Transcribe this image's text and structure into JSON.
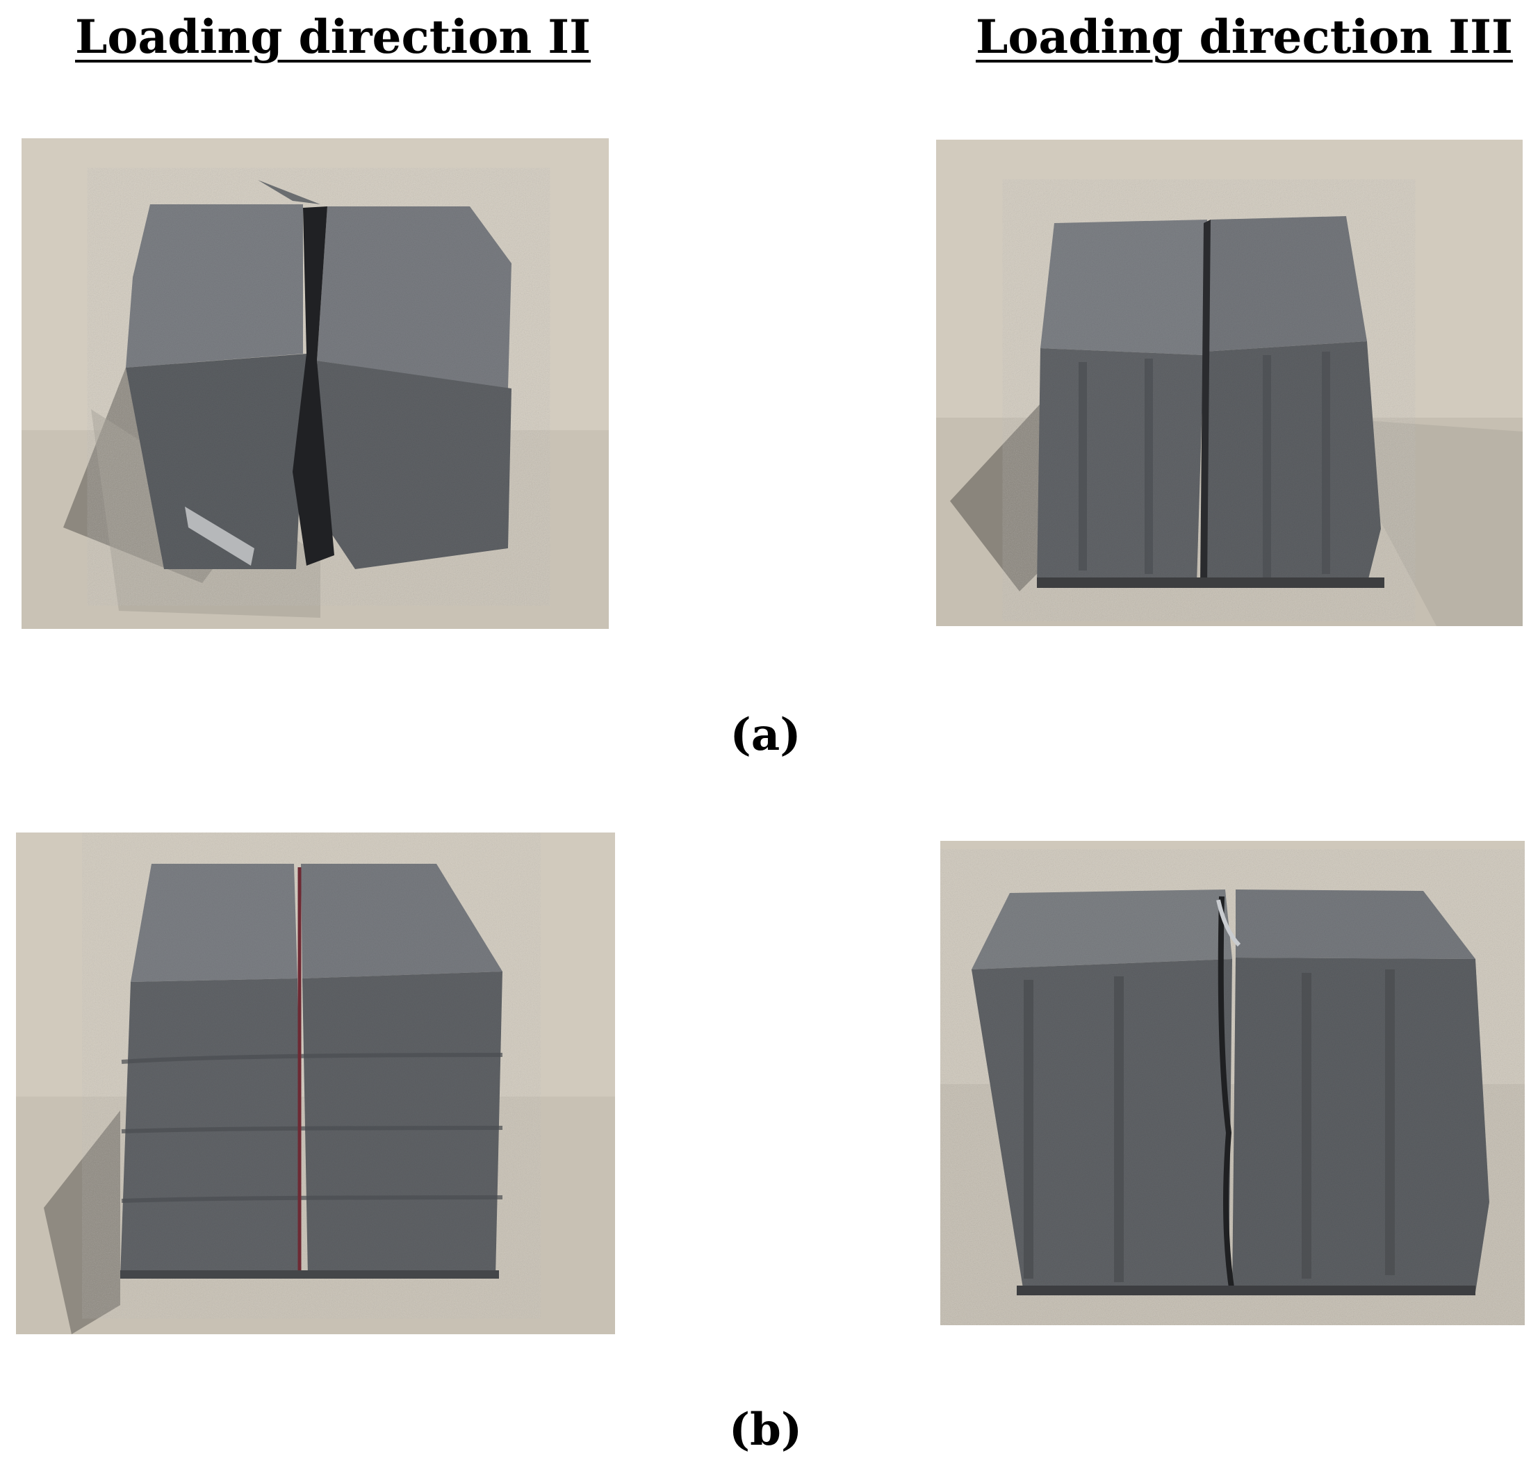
{
  "headings": {
    "left": "Loading direction II",
    "right": "Loading direction III"
  },
  "panels": {
    "a": {
      "open": "(",
      "letter": "a",
      "close": ")"
    },
    "b": {
      "open": "(",
      "letter": "b",
      "close": ")"
    }
  },
  "colors": {
    "background": "#ffffff",
    "floor": "#cfc8bb",
    "block": "#5e6165",
    "block_top": "#7c7f84",
    "shadow": "#8a857c"
  }
}
